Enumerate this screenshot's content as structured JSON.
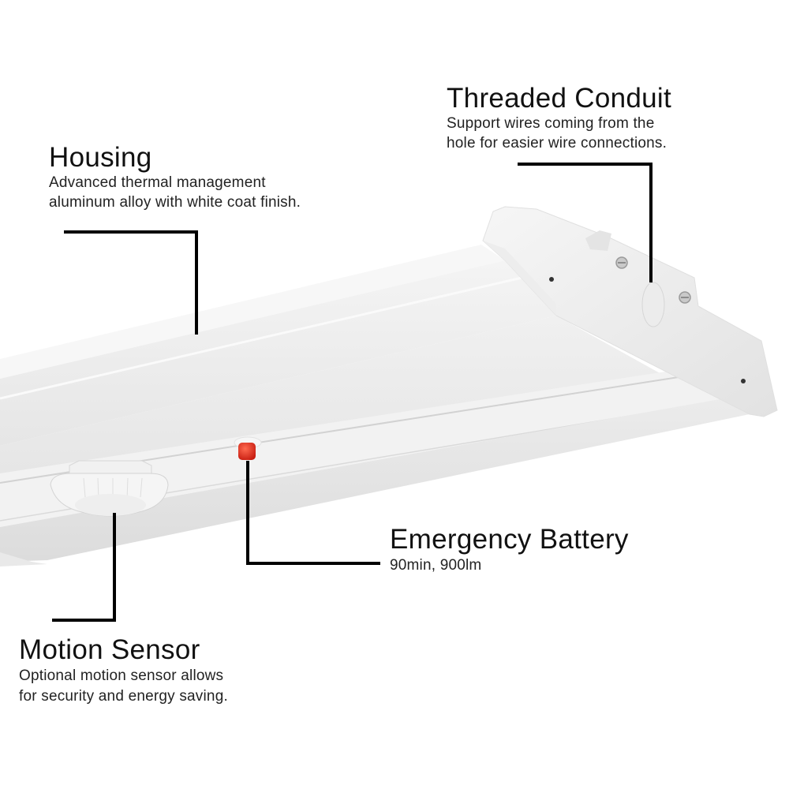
{
  "image": {
    "subject": "LED linear high bay light fixture, white aluminum housing",
    "background_color": "#ffffff",
    "line_color": "#000000",
    "indicator_color": "#d9261c"
  },
  "callouts": {
    "threaded_conduit": {
      "title": "Threaded Conduit",
      "desc_line1": "Support wires coming from the",
      "desc_line2": "hole for easier wire connections."
    },
    "housing": {
      "title": "Housing",
      "desc_line1": "Advanced thermal management",
      "desc_line2": "aluminum alloy with white coat finish."
    },
    "emergency_battery": {
      "title": "Emergency Battery",
      "desc_line1": "90min, 900lm"
    },
    "motion_sensor": {
      "title": "Motion Sensor",
      "desc_line1": "Optional motion sensor allows",
      "desc_line2": "for security and energy saving."
    }
  }
}
